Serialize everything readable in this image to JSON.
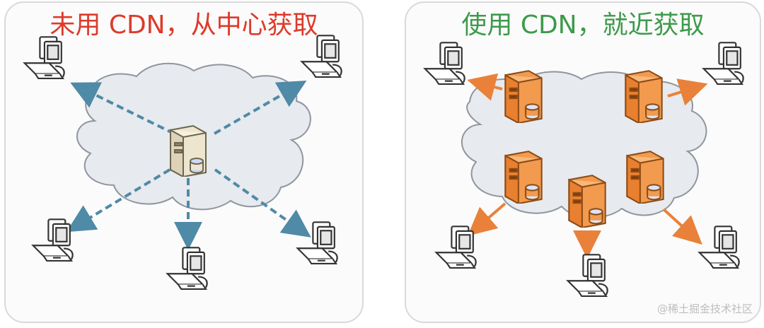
{
  "left_panel": {
    "title": "未用 CDN，从中心获取",
    "title_color": "#de3a2a"
  },
  "right_panel": {
    "title": "使用 CDN，就近获取",
    "title_color": "#3d9a4b"
  },
  "colors": {
    "cloud_fill": "#e7eaee",
    "cloud_stroke": "#8f969e",
    "central_arrow": "#4f8aa6",
    "edge_arrow": "#e9813a",
    "central_server": "#eee5cf",
    "edge_server": "#f29a4e"
  },
  "watermark": "@稀土掘金技术社区"
}
